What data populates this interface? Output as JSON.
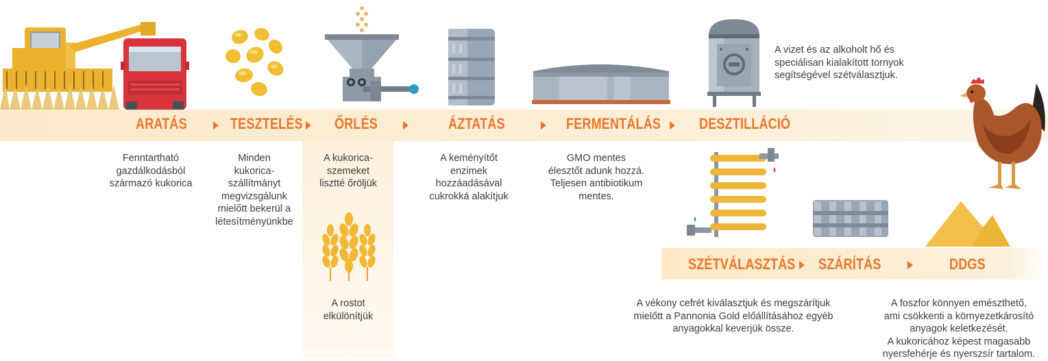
{
  "colors": {
    "accent": "#e9752a",
    "band": "#fbe9cb",
    "gold": "#e9b43c",
    "steel": "#9aa6b3"
  },
  "stages": {
    "aratas": "ARATÁS",
    "teszteles": "TESZTELÉS",
    "orles": "ŐRLÉS",
    "aztatas": "ÁZTATÁS",
    "fermentalas": "FERMENTÁLÁS",
    "desztillacio": "DESZTILLÁCIÓ",
    "szetvalasztas": "SZÉTVÁLASZTÁS",
    "szaritas": "SZÁRÍTÁS",
    "ddgs": "DDGS"
  },
  "descriptions": {
    "aratas": "Fenntartható\ngazdálkodásból\nszármazó kukorica",
    "teszteles": "Minden\nkukorica-\nszállítmányt\nmegvizsgálunk\nmielőtt bekerül a\nlétesítményünkbe",
    "orles": "A kukorica-\nszemeket\nlisztté őröljük",
    "orles_fiber": "A rostot\nelkülönítjük",
    "aztatas": "A keményítőt\nenzimek\nhozzáadásával\ncukrokká alakítjuk",
    "fermentalas": "GMO mentes\nélesztőt adunk hozzá.\nTeljesen antibiotikum\nmentes.",
    "desztillacio": "A vizet és az alkoholt hő és\nspeciálisan kialakított tornyok\nsegítségével szétválasztjuk.",
    "szetvalasztas": "A vékony cefrét kiválasztjuk és megszárítjuk\nmielőtt a Pannonia Gold előállításához egyéb\nanyagokkal keverjük össze.",
    "ddgs": "A foszfor könnyen emészthető,\nami csökkenti a környezetkárosító\nanyagok keletkezését.\nA kukoricához képest magasabb\nnyersfehérje és nyerszsír tartalom."
  },
  "icons": [
    "combine-harvester-icon",
    "truck-icon",
    "corn-kernels-icon",
    "mill-hopper-icon",
    "wheat-icon",
    "steel-drum-icon",
    "fermentation-tank-icon",
    "distillation-tower-icon",
    "condenser-coil-icon",
    "dryer-drum-icon",
    "ddgs-pile-icon",
    "hen-icon"
  ]
}
